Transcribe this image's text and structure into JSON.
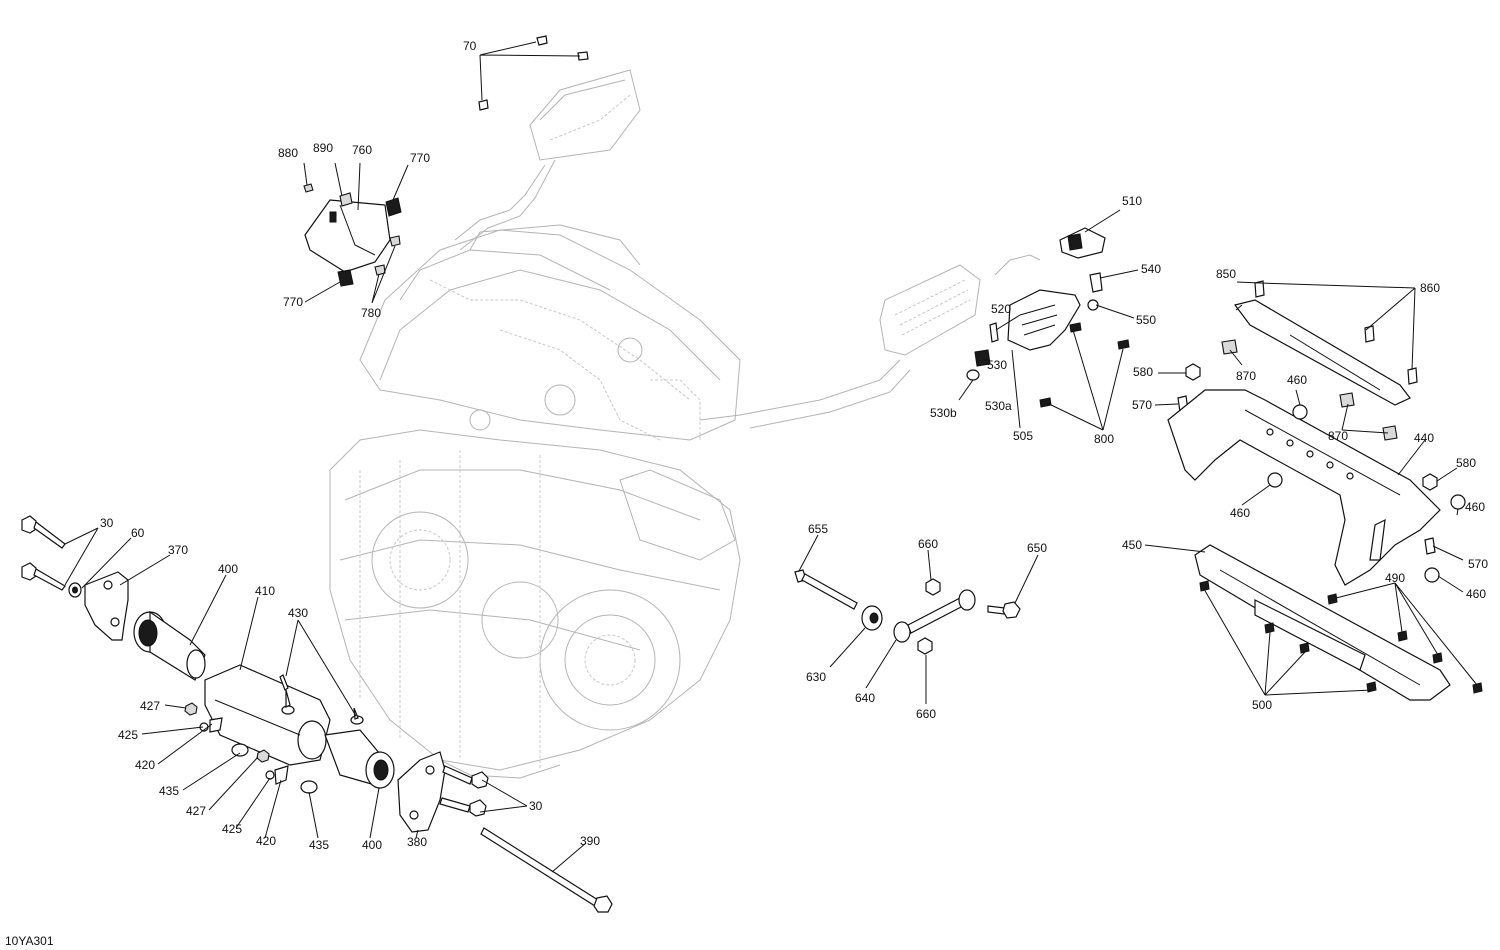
{
  "diagram_code": "10YA301",
  "callouts": {
    "c30a": "30",
    "c60": "60",
    "c370": "370",
    "c400a": "400",
    "c410": "410",
    "c430": "430",
    "c427a": "427",
    "c425a": "425",
    "c420a": "420",
    "c435a": "435",
    "c427b": "427",
    "c425b": "425",
    "c420b": "420",
    "c435b": "435",
    "c400b": "400",
    "c380": "380",
    "c30b": "30",
    "c390": "390",
    "c70": "70",
    "c880": "880",
    "c890": "890",
    "c760": "760",
    "c770a": "770",
    "c770b": "770",
    "c780": "780",
    "c510": "510",
    "c540": "540",
    "c520": "520",
    "c550": "550",
    "c530": "530",
    "c530a": "530a",
    "c530b": "530b",
    "c505": "505",
    "c800": "800",
    "c850": "850",
    "c860": "860",
    "c870a": "870",
    "c580a": "580",
    "c460a": "460",
    "c570a": "570",
    "c870b": "870",
    "c440": "440",
    "c580b": "580",
    "c460b": "460",
    "c460c": "460",
    "c570b": "570",
    "c450": "450",
    "c490": "490",
    "c460d": "460",
    "c500": "500",
    "c655": "655",
    "c660a": "660",
    "c650": "650",
    "c630": "630",
    "c640": "640",
    "c660b": "660"
  }
}
